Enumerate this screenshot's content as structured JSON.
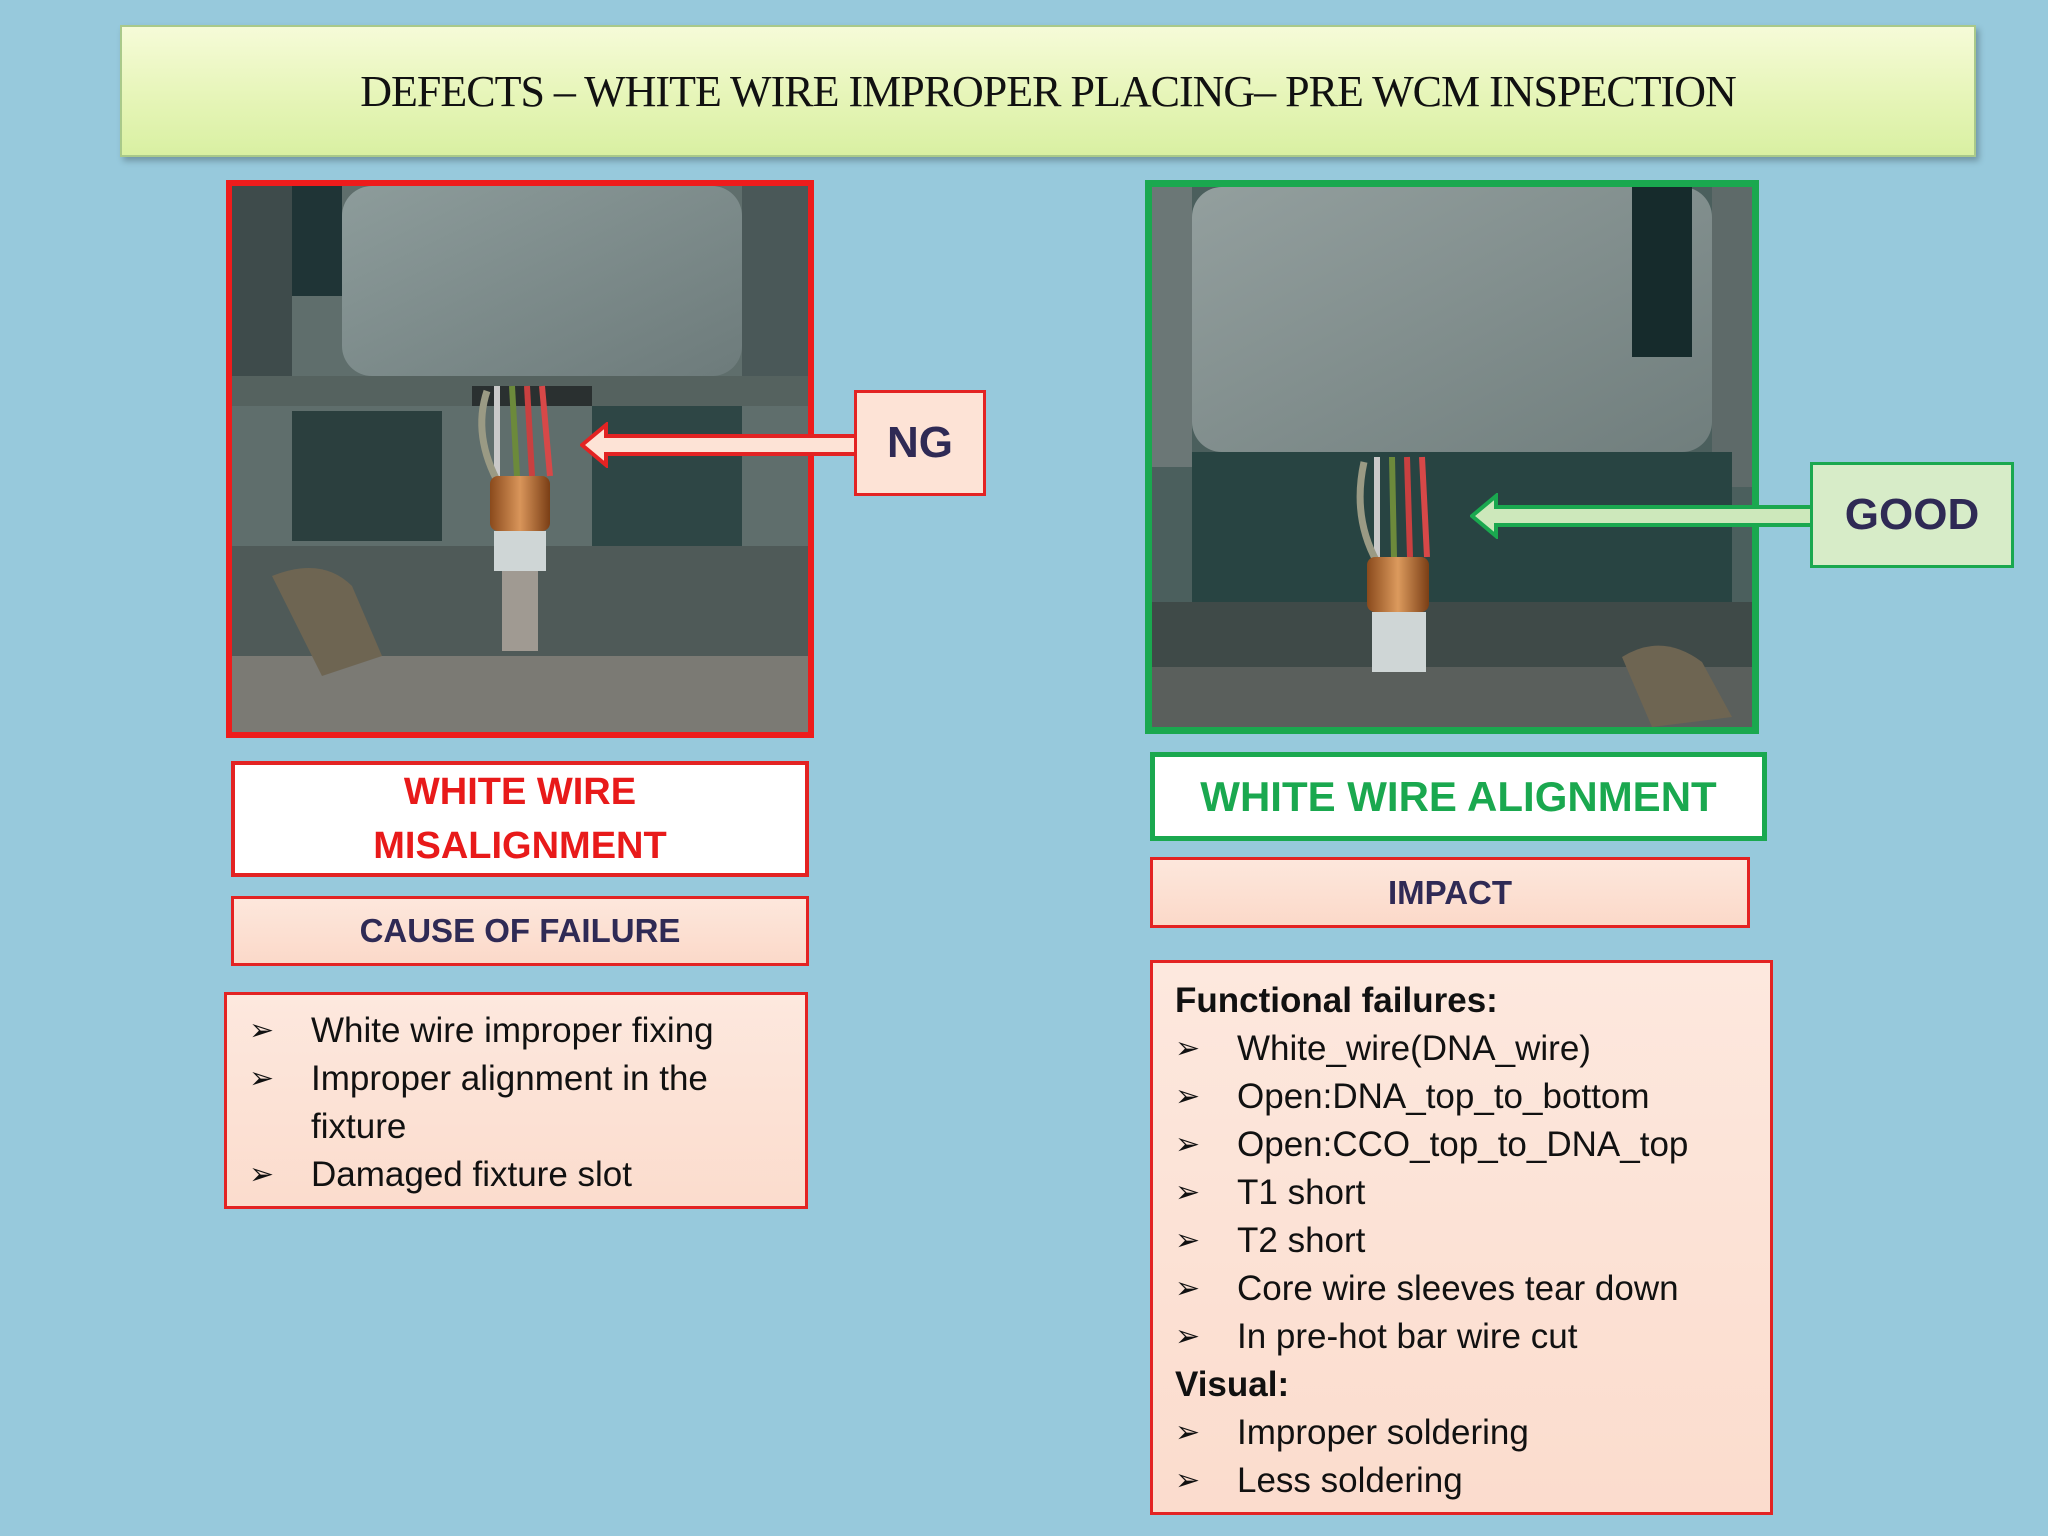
{
  "title": "DEFECTS – WHITE WIRE IMPROPER PLACING– PRE WCM INSPECTION",
  "ng_panel": {
    "tag": "NG",
    "heading_line1": "WHITE WIRE",
    "heading_line2": "MISALIGNMENT",
    "section_label": "CAUSE OF FAILURE",
    "items": [
      "White wire improper fixing",
      "Improper alignment in the fixture",
      "Damaged fixture slot"
    ]
  },
  "good_panel": {
    "tag": "GOOD",
    "heading": "WHITE WIRE ALIGNMENT",
    "section_label": "IMPACT",
    "functional_header": "Functional failures:",
    "functional_items": [
      "White_wire(DNA_wire)",
      "Open:DNA_top_to_bottom",
      "Open:CCO_top_to_DNA_top",
      "T1 short",
      "T2 short",
      "Core wire sleeves tear down",
      "In pre-hot bar wire cut"
    ],
    "visual_header": "Visual:",
    "visual_items": [
      "Improper soldering",
      "Less soldering"
    ]
  },
  "bullet_glyph": "➢",
  "colors": {
    "background": "#97c9dc",
    "ng_red": "#e32323",
    "good_green": "#1aa84f",
    "label_text": "#2f2a55"
  }
}
